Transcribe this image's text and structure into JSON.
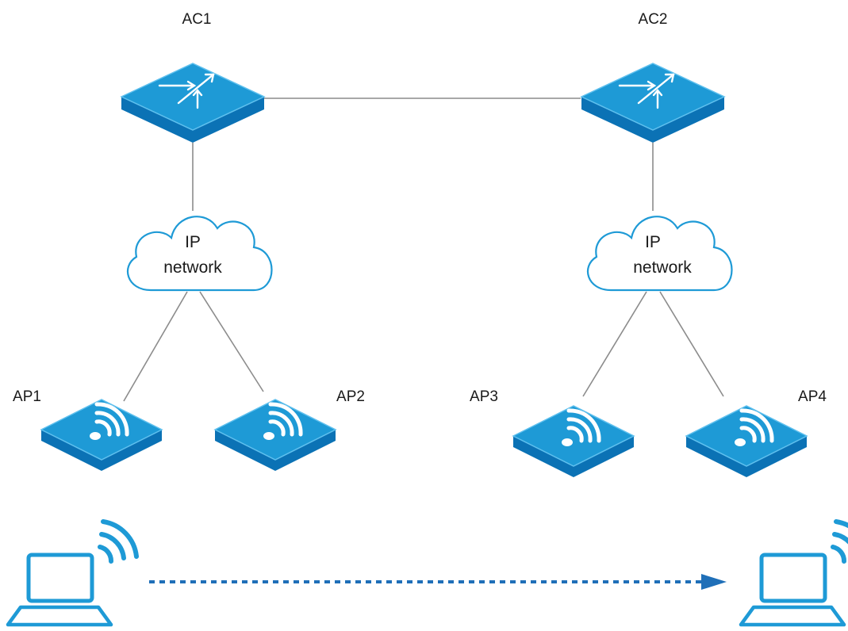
{
  "controllers": [
    {
      "id": "ac1",
      "label": "AC1"
    },
    {
      "id": "ac2",
      "label": "AC2"
    }
  ],
  "clouds": [
    {
      "id": "cloud1",
      "line1": "IP",
      "line2": "network"
    },
    {
      "id": "cloud2",
      "line1": "IP",
      "line2": "network"
    }
  ],
  "access_points": [
    {
      "id": "ap1",
      "label": "AP1"
    },
    {
      "id": "ap2",
      "label": "AP2"
    },
    {
      "id": "ap3",
      "label": "AP3"
    },
    {
      "id": "ap4",
      "label": "AP4"
    }
  ],
  "colors": {
    "device_top": "#1e9ad6",
    "device_side": "#0b72b5",
    "device_edge": "#5fc0ee",
    "link": "#8c8c8c",
    "roam_arrow": "#1f6fb8",
    "outline": "#1e9ad6"
  },
  "icons": {
    "controller": "router-icon",
    "access_point": "wireless-ap-icon",
    "cloud": "cloud-icon",
    "client": "laptop-wifi-icon"
  }
}
